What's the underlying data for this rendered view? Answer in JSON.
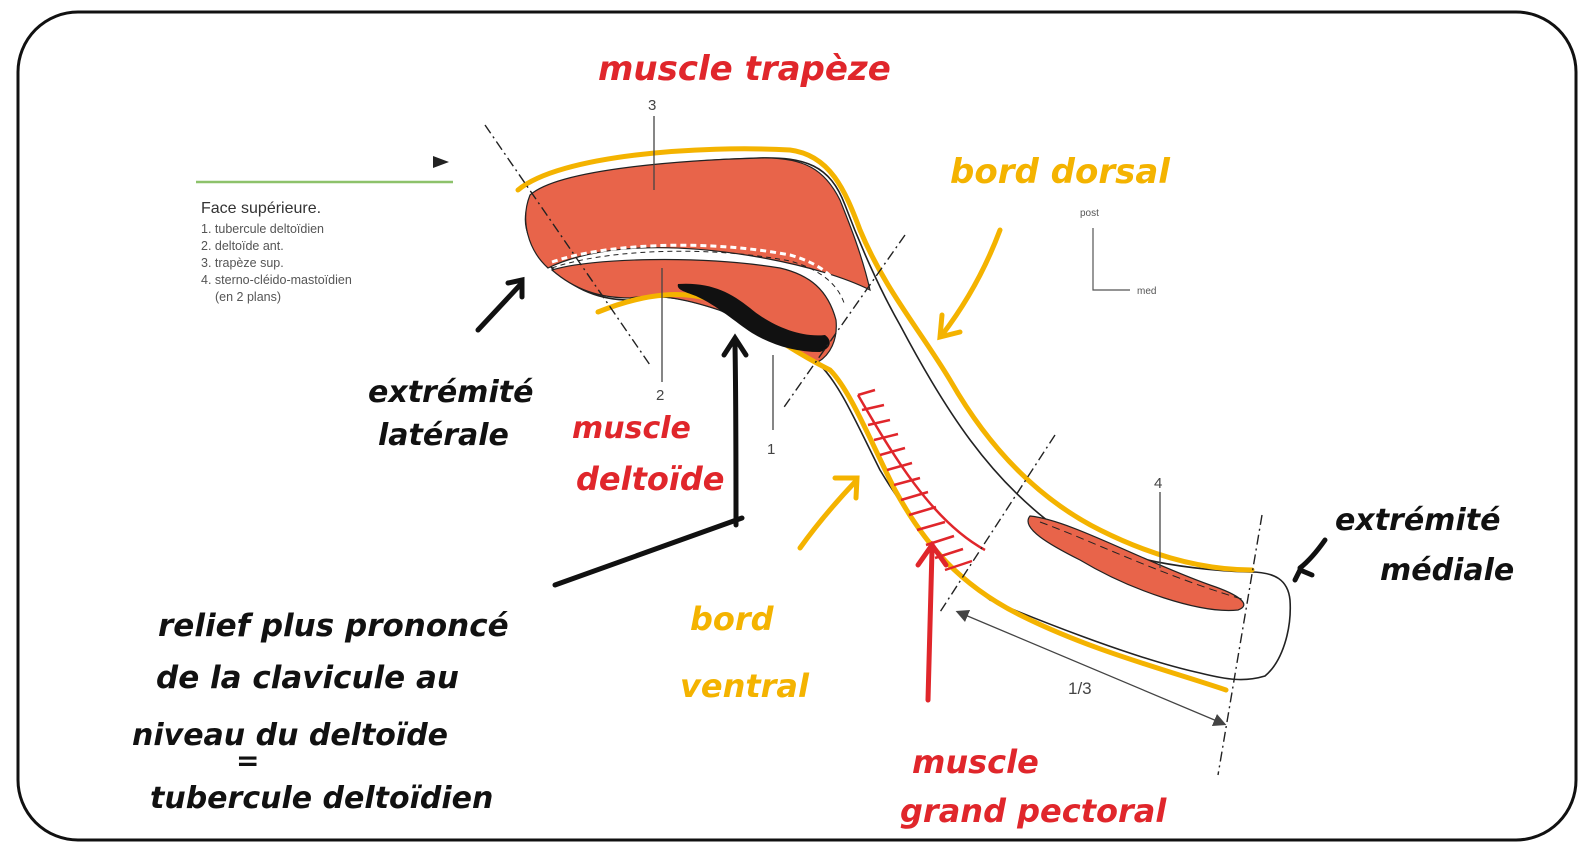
{
  "legend": {
    "heading": "Face supérieure.",
    "items": [
      "1. tubercule deltoïdien",
      "2. deltoïde ant.",
      "3. trapèze sup.",
      "4. sterno-cléido-mastoïdien",
      "(en 2 plans)"
    ]
  },
  "orientation": {
    "post": "post",
    "med": "med"
  },
  "numbers": {
    "n1": "1",
    "n2": "2",
    "n3": "3",
    "n4": "4",
    "third": "1/3"
  },
  "annotations": {
    "trapeze": "muscle trapèze",
    "bord_dorsal": "bord dorsal",
    "extremite_laterale": [
      "extrémité",
      "latérale"
    ],
    "muscle_deltoide": [
      "muscle",
      "deltoïde"
    ],
    "bord_ventral": [
      "bord",
      "ventral"
    ],
    "extremite_mediale": [
      "extrémité",
      "médiale"
    ],
    "relief": [
      "relief plus prononcé",
      "de la clavicule au",
      "niveau du deltoïde"
    ],
    "equals": "=",
    "tubercule": "tubercule deltoïdien",
    "grand_pectoral": [
      "muscle",
      "grand pectoral"
    ]
  },
  "colors": {
    "muscle": "#e8644a",
    "handwriting_red": "#e0262b",
    "handwriting_yellow": "#f4b300",
    "ink": "#111111",
    "legend_rule": "#8dc26b"
  }
}
